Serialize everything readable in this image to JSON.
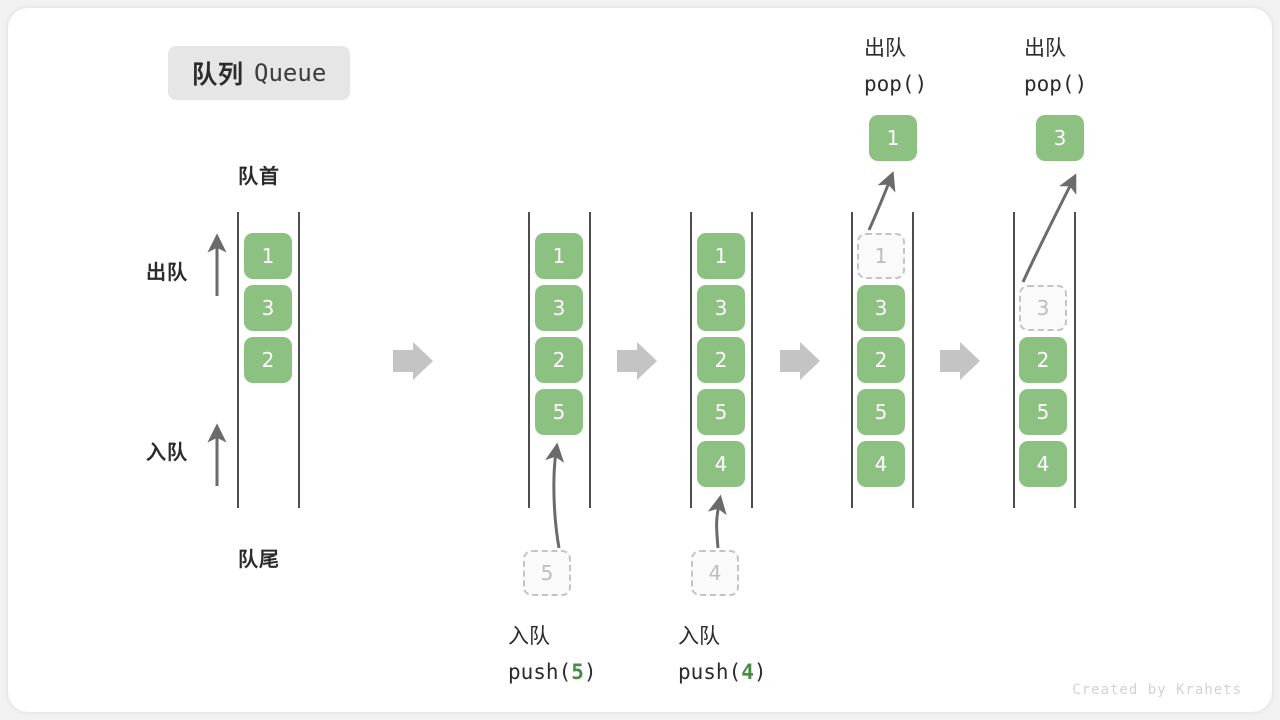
{
  "title": {
    "cn": "队列",
    "en": "Queue"
  },
  "labels": {
    "front": "队首",
    "rear": "队尾",
    "dequeue": "出队",
    "enqueue": "入队"
  },
  "colors": {
    "element": "#8cc182",
    "ghost_border": "#c4c4c4",
    "ghost_text": "#bdbdbd",
    "rail": "#4d4d4d",
    "arrow": "#6b6b6b",
    "flow_arrow": "#c4c4c4",
    "text": "#2b2b2b",
    "accent_value": "#4a8c46",
    "badge_bg": "#e6e6e6",
    "credit": "#d2d2d2"
  },
  "credit": "Created by Krahets",
  "stages": [
    {
      "id": "initial",
      "caption_cn": "",
      "caption_code": "",
      "op_value": "",
      "items": [
        {
          "value": "1",
          "state": "filled"
        },
        {
          "value": "3",
          "state": "filled"
        },
        {
          "value": "2",
          "state": "filled"
        }
      ],
      "detached": null
    },
    {
      "id": "push-5",
      "caption_cn": "入队",
      "caption_code_prefix": "push(",
      "caption_code_suffix": ")",
      "op_value": "5",
      "items": [
        {
          "value": "1",
          "state": "filled"
        },
        {
          "value": "3",
          "state": "filled"
        },
        {
          "value": "2",
          "state": "filled"
        },
        {
          "value": "5",
          "state": "filled"
        }
      ],
      "detached": {
        "value": "5",
        "state": "ghost",
        "position": "below"
      }
    },
    {
      "id": "push-4",
      "caption_cn": "入队",
      "caption_code_prefix": "push(",
      "caption_code_suffix": ")",
      "op_value": "4",
      "items": [
        {
          "value": "1",
          "state": "filled"
        },
        {
          "value": "3",
          "state": "filled"
        },
        {
          "value": "2",
          "state": "filled"
        },
        {
          "value": "5",
          "state": "filled"
        },
        {
          "value": "4",
          "state": "filled"
        }
      ],
      "detached": {
        "value": "4",
        "state": "ghost",
        "position": "below"
      }
    },
    {
      "id": "pop-1",
      "caption_cn": "出队",
      "caption_code_prefix": "pop(",
      "caption_code_suffix": ")",
      "op_value": "",
      "items": [
        {
          "value": "1",
          "state": "ghost"
        },
        {
          "value": "3",
          "state": "filled"
        },
        {
          "value": "2",
          "state": "filled"
        },
        {
          "value": "5",
          "state": "filled"
        },
        {
          "value": "4",
          "state": "filled"
        }
      ],
      "detached": {
        "value": "1",
        "state": "filled",
        "position": "above"
      }
    },
    {
      "id": "pop-3",
      "caption_cn": "出队",
      "caption_code_prefix": "pop(",
      "caption_code_suffix": ")",
      "op_value": "",
      "items": [
        {
          "value": "",
          "state": "empty"
        },
        {
          "value": "3",
          "state": "ghost"
        },
        {
          "value": "2",
          "state": "filled"
        },
        {
          "value": "5",
          "state": "filled"
        },
        {
          "value": "4",
          "state": "filled"
        }
      ],
      "detached": {
        "value": "3",
        "state": "filled",
        "position": "above"
      }
    }
  ]
}
